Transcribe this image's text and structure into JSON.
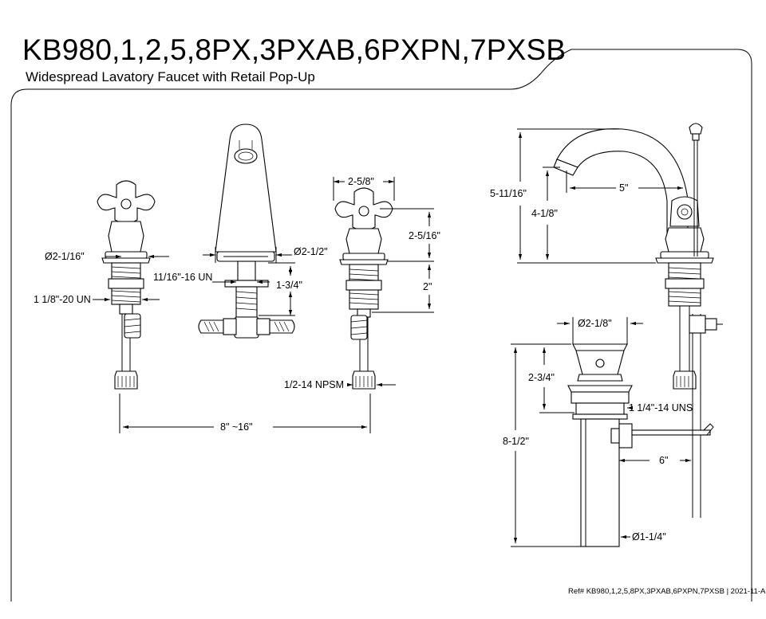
{
  "header": {
    "title": "KB980,1,2,5,8PX,3PXAB,6PXPN,7PXSB",
    "subtitle": "Widespread Lavatory Faucet with Retail Pop-Up"
  },
  "dimensions": {
    "handle_flange_diameter": "Ø2-1/16\"",
    "handle_shank_thread": "1 1/8\"-20 UN",
    "spout_mount_thread": "11/16\"-16 UN",
    "spout_base_diameter": "Ø2-1/2\"",
    "spout_shank_length": "1-3/4\"",
    "handle_width": "2-5/8\"",
    "handle_height": "2-5/16\"",
    "handle_shank_length": "2\"",
    "supply_thread": "1/2-14 NPSM",
    "center_spread": "8\" ~16\"",
    "overall_height": "5-11/16\"",
    "spout_clearance": "4-1/8\"",
    "spout_reach": "5\"",
    "drain_flange_diameter": "Ø2-1/8\"",
    "drain_body_height": "2-3/4\"",
    "drain_thread": "1 1/4\"-14 UNS",
    "drain_total_length": "8-1/2\"",
    "pop_up_rod_length": "6\"",
    "tailpiece_diameter": "Ø1-1/4\""
  },
  "footer": {
    "reference": "Ref# KB980,1,2,5,8PX,3PXAB,6PXPN,7PXSB | 2021-11-A"
  }
}
